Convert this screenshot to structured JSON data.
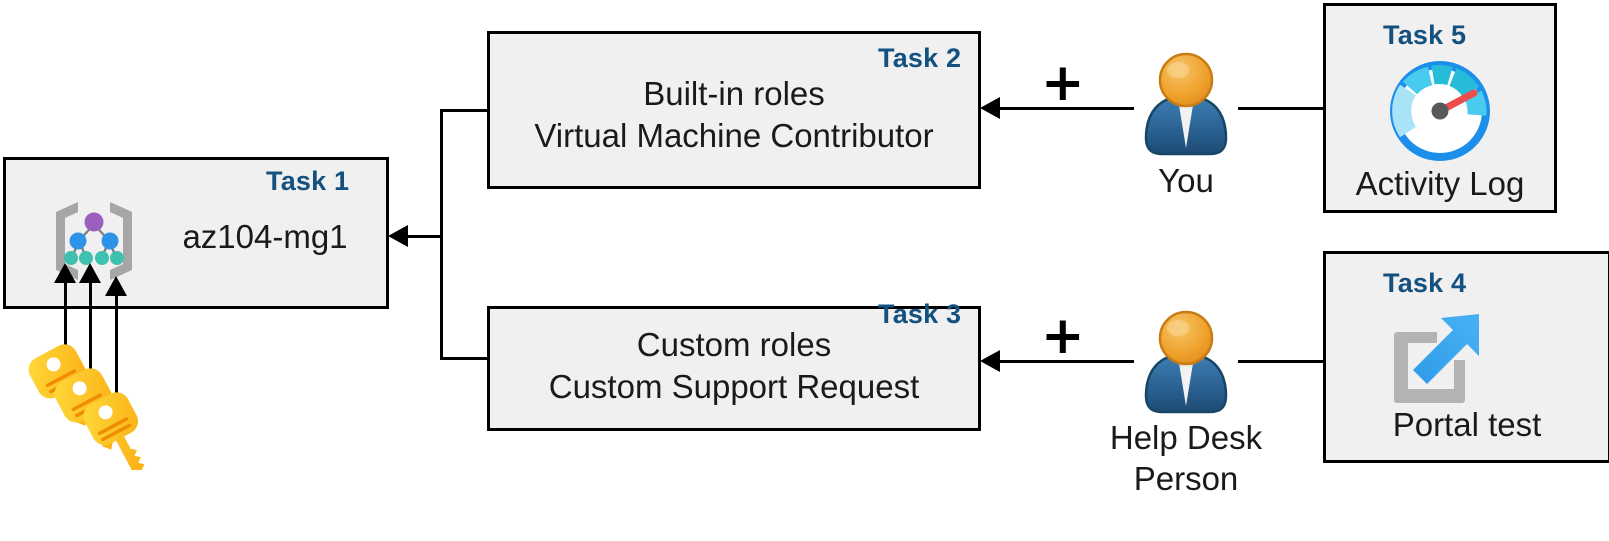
{
  "diagram": {
    "title": "Azure RBAC task diagram",
    "accent_color": "#14517E",
    "box_fill": "#F0F0F0",
    "box_border": "#000000"
  },
  "boxes": {
    "task1": {
      "label": "Task 1",
      "text": "az104-mg1",
      "icon": "management-group-icon"
    },
    "task2": {
      "label": "Task 2",
      "line1": "Built-in roles",
      "line2": "Virtual Machine Contributor"
    },
    "task3": {
      "label": "Task 3",
      "line1": "Custom roles",
      "line2": "Custom Support Request"
    },
    "task4": {
      "label": "Task 4",
      "text": "Portal test",
      "icon": "external-link-icon"
    },
    "task5": {
      "label": "Task 5",
      "text": "Activity Log",
      "icon": "gauge-icon"
    }
  },
  "actors": {
    "you": {
      "caption": "You",
      "icon": "user-icon"
    },
    "helpdesk": {
      "caption_line1": "Help Desk",
      "caption_line2": "Person",
      "icon": "user-icon"
    }
  },
  "operators": {
    "plus_top": "+",
    "plus_bottom": "+"
  },
  "decorations": {
    "keys": "keys-icon"
  }
}
